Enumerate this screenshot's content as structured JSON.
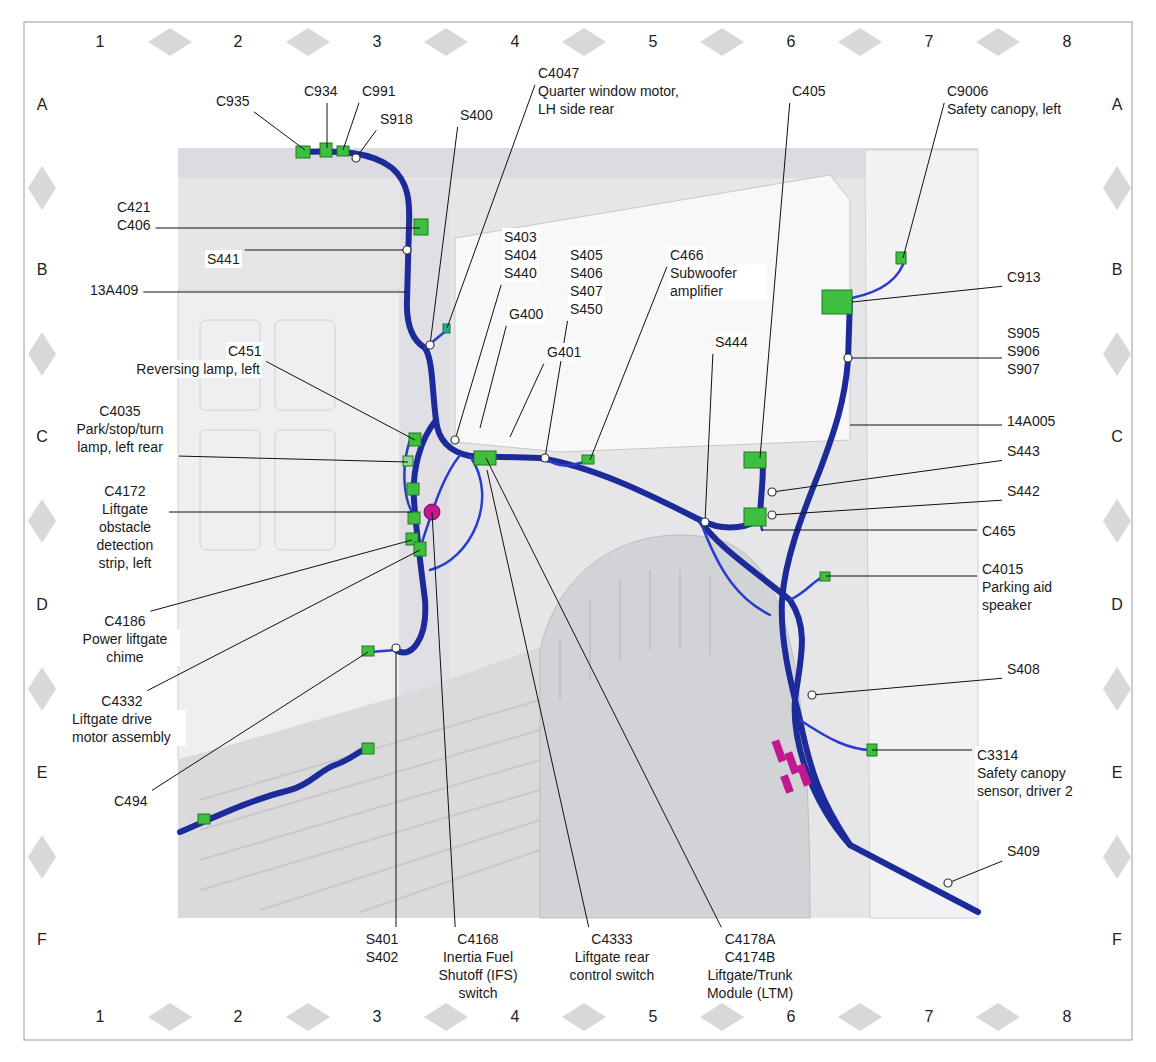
{
  "diagram": {
    "labels": [
      "1",
      "2",
      "3",
      "4",
      "5",
      "6",
      "7",
      "8",
      "1",
      "2",
      "3",
      "4",
      "5",
      "6",
      "7",
      "8",
      "A",
      "B",
      "C",
      "D",
      "E",
      "F",
      "A",
      "B",
      "C",
      "D",
      "E",
      "F",
      "C935",
      "C934",
      "C991",
      "S918",
      "S400",
      "C4047",
      "Quarter window motor, LH side rear",
      "C405",
      "C9006",
      "Safety canopy, left",
      "C421",
      "C406",
      "S441",
      "13A409",
      "S403",
      "S404",
      "S440",
      "S405",
      "S406",
      "S407",
      "S450",
      "C466",
      "Subwoofer amplifier",
      "C913",
      "G400",
      "G401",
      "S444",
      "S905",
      "S906",
      "S907",
      "C451",
      "Reversing lamp, left",
      "14A005",
      "C4035",
      "Park/stop/turn lamp, left rear",
      "S443",
      "S442",
      "C4172",
      "Liftgate obstacle detection strip, left",
      "C465",
      "C4015",
      "Parking aid speaker",
      "C4186",
      "Power liftgate chime",
      "S408",
      "C4332",
      "Liftgate drive motor assembly",
      "C3314",
      "Safety canopy sensor, driver 2",
      "C494",
      "S409",
      "S401",
      "S402",
      "C4168",
      "Inertia Fuel Shutoff (IFS) switch",
      "C4333",
      "Liftgate rear control switch",
      "C4178A",
      "C4174B",
      "Liftgate/Trunk Module (LTM)"
    ]
  }
}
